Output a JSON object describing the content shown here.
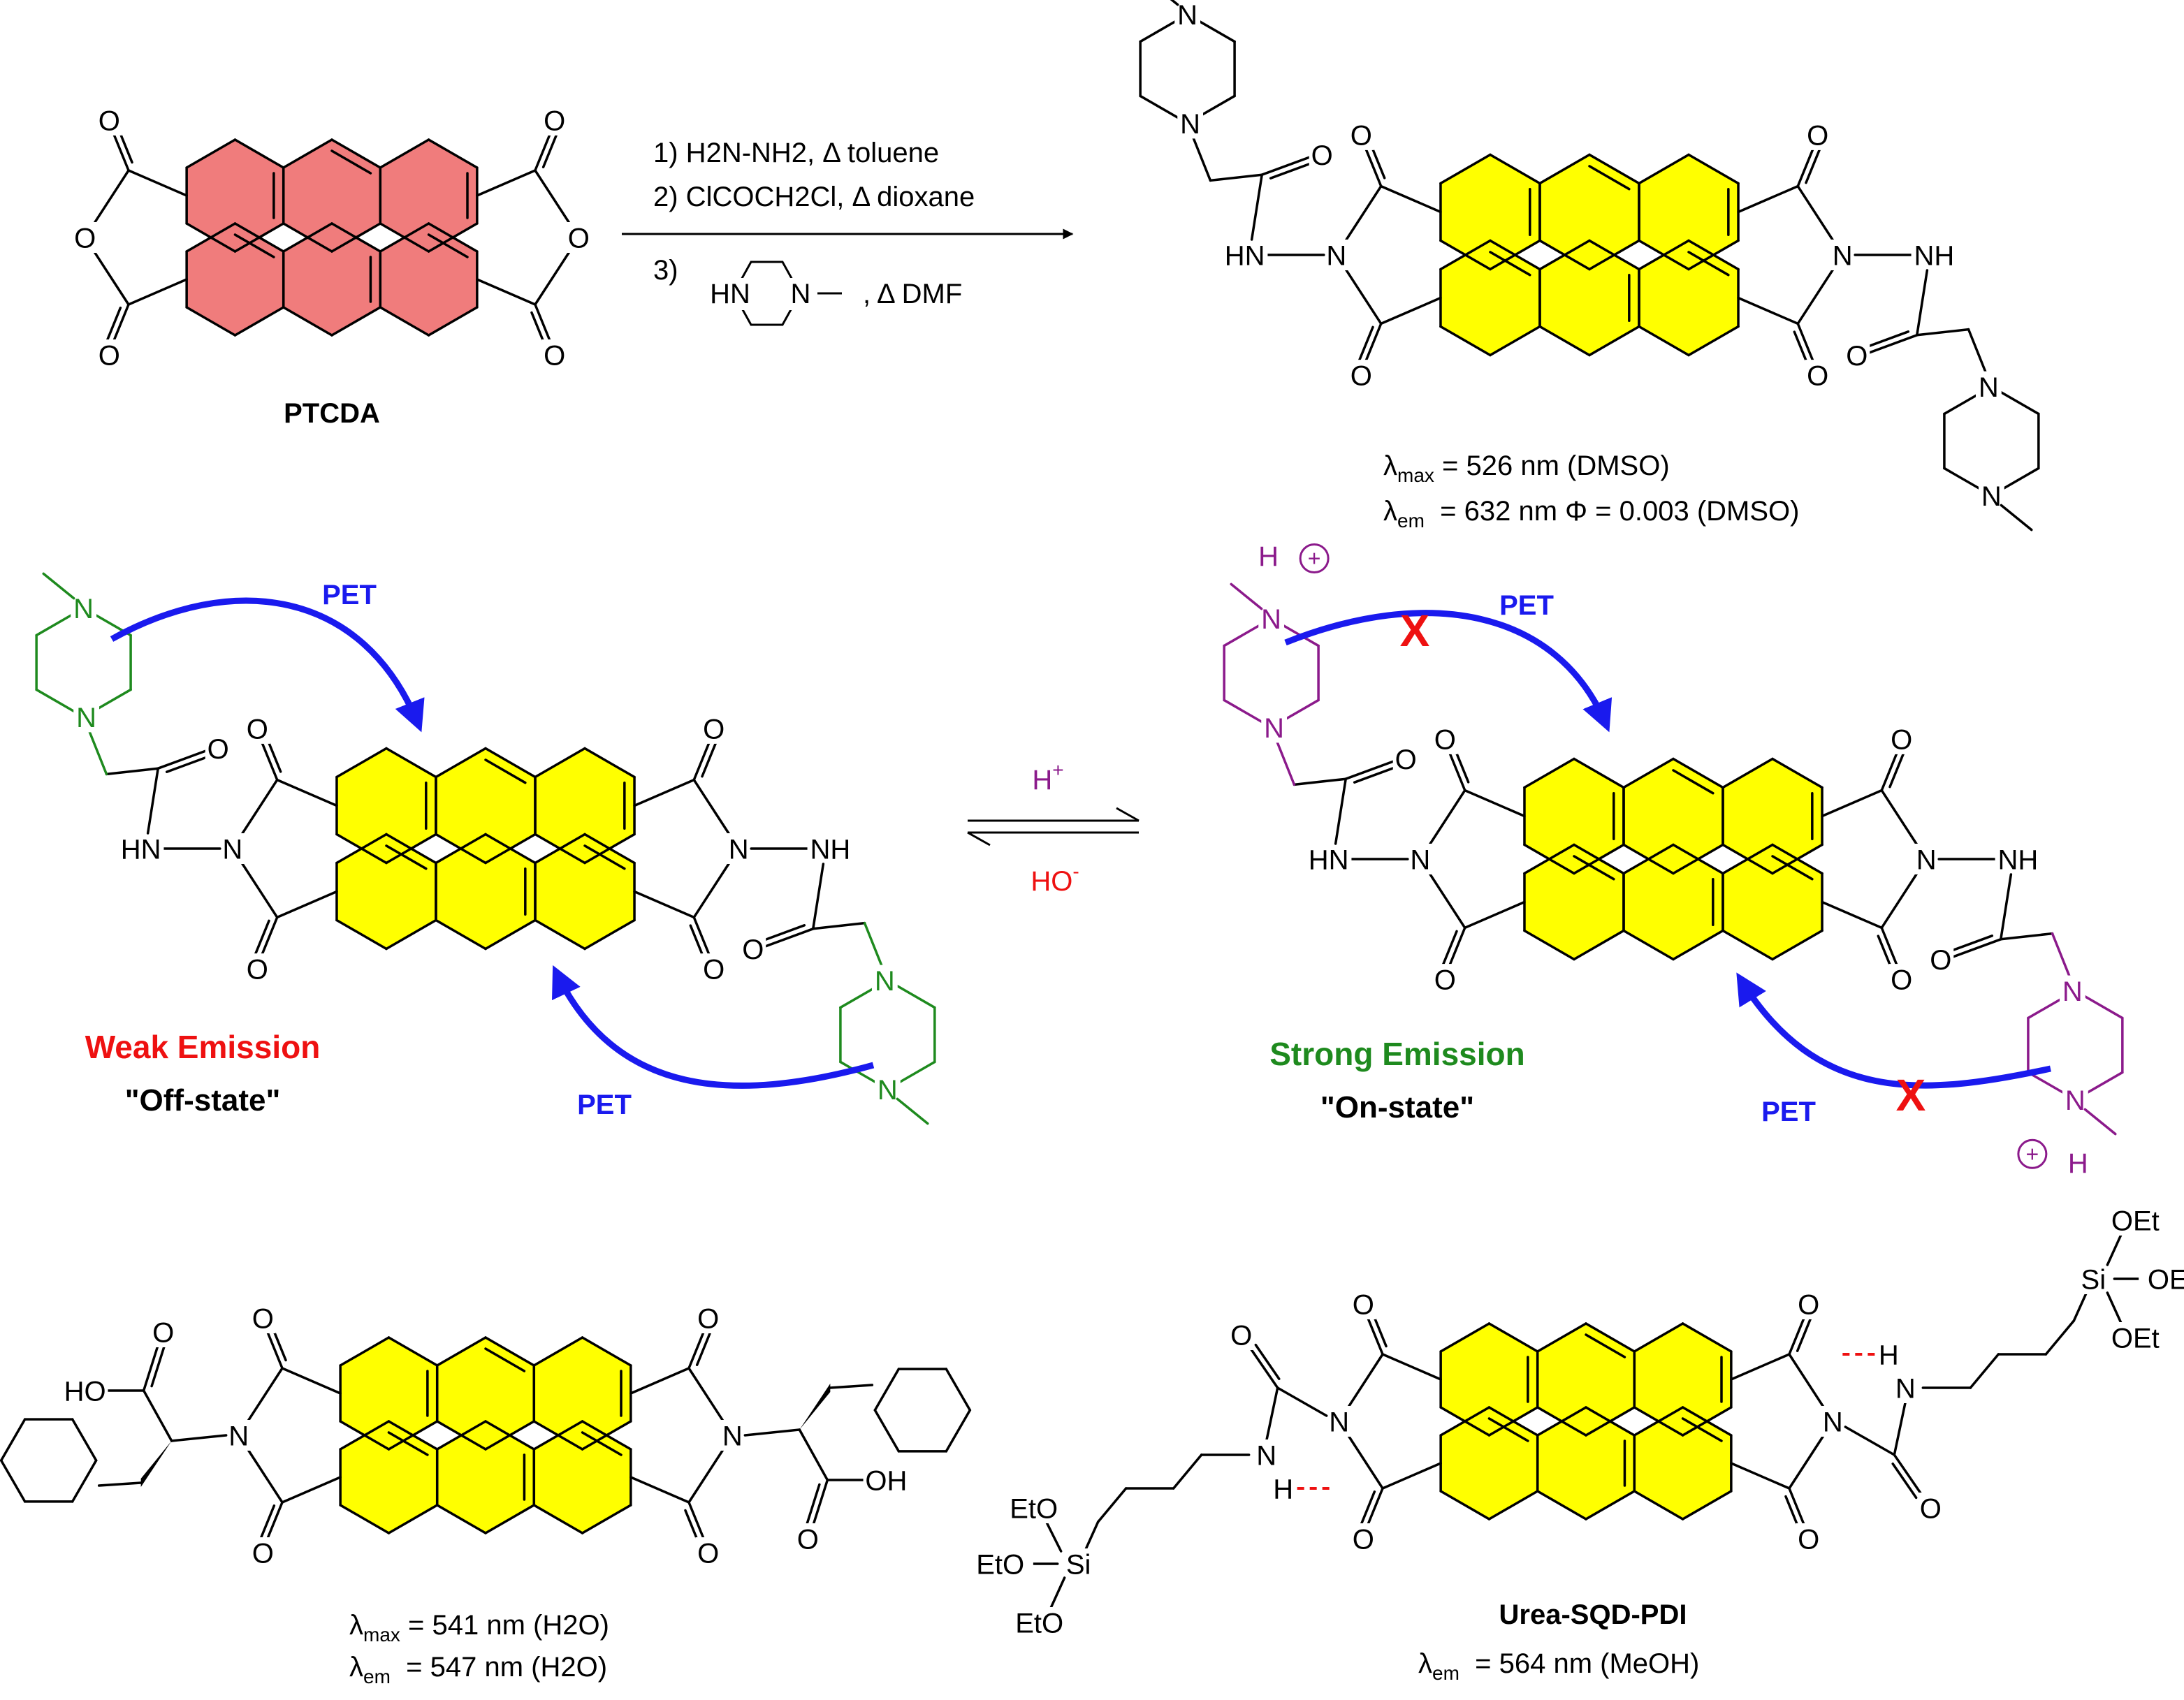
{
  "colors": {
    "ptcda_core": "#F07C7C",
    "pdi_core": "#FFFF00",
    "pet_arrow": "#1A1AEE",
    "pet_label": "#1A1AEE",
    "blocked_x": "#EE1111",
    "neutral_piperazine": "#1E8A1E",
    "protonated_piperazine": "#8B1A8B",
    "weak_emission": "#EE1111",
    "strong_emission": "#1E8A1E",
    "hydrogen_bond": "#EE1111"
  },
  "top_scheme": {
    "reactant_name": "PTCDA",
    "conditions": {
      "step1": "1) H2N-NH2, Δ toluene",
      "step2": "2) ClCOCH2Cl, Δ dioxane",
      "step3_prefix": "3)",
      "step3_suffix": ", Δ DMF"
    },
    "product_props": {
      "abs_prefix": "λ",
      "abs_sub": "max",
      "abs_value": " = 526 nm (DMSO)",
      "em_prefix": "λ",
      "em_sub": "em",
      "em_value": "  = 632 nm Φ = 0.003 (DMSO)"
    }
  },
  "middle_scheme": {
    "pet_label": "PET",
    "acid_label": "H",
    "acid_sup": "+",
    "base_label": "HO",
    "base_sup": "-",
    "blocked_mark": "X",
    "off_state_title": "Weak Emission",
    "off_state_caption": "\"Off-state\"",
    "on_state_title": "Strong Emission",
    "on_state_caption": "\"On-state\"",
    "plus_symbol": "+"
  },
  "bottom_left": {
    "abs_prefix": "λ",
    "abs_sub": "max",
    "abs_value": " = 541 nm (H2O)",
    "em_prefix": "λ",
    "em_sub": "em",
    "em_value": "  = 547 nm (H2O)"
  },
  "bottom_right": {
    "name": "Urea-SQD-PDI",
    "em_prefix": "λ",
    "em_sub": "em",
    "em_value": "  = 564 nm (MeOH)",
    "silyl_groups": [
      "OEt",
      "OEt",
      "OEt",
      "EtO",
      "EtO",
      "EtO"
    ]
  }
}
